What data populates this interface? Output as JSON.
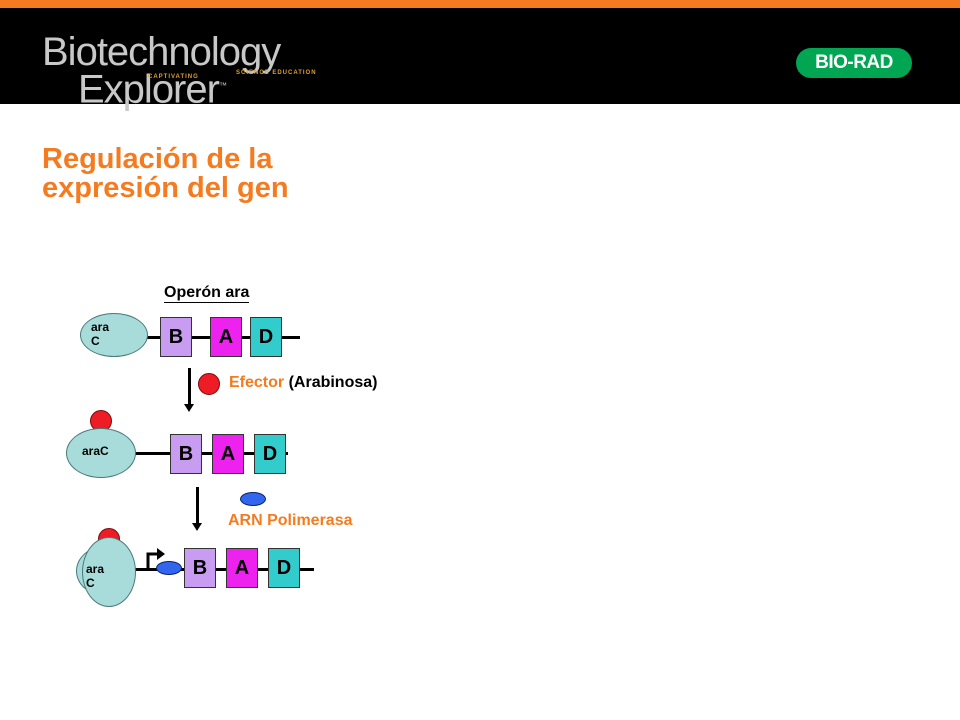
{
  "header": {
    "logo_line1": "Biotechnology",
    "logo_line2": "Explorer",
    "logo_tm": "™",
    "logo_captivating": "CAPTIVATING",
    "logo_science": "SCIENCE EDUCATION",
    "brand": "BIO-RAD"
  },
  "colors": {
    "accent": "#f47b20",
    "gene_b": "#c89cf0",
    "gene_a": "#ee22ee",
    "gene_d": "#33cccc",
    "regulator": "#a8dcda",
    "effector": "#ee1c25",
    "polymerase": "#3366ee"
  },
  "slide": {
    "title": "Regulación de la expresión del gen",
    "operon_label": "Operón ara",
    "effector_label": "Efector",
    "effector_paren": "(Arabinosa)",
    "polymerase_label": "ARN Polimerasa",
    "row1": {
      "regulator": "ara C",
      "genes": [
        "B",
        "A",
        "D"
      ]
    },
    "row2": {
      "regulator": "araC",
      "genes": [
        "B",
        "A",
        "D"
      ]
    },
    "row3": {
      "regulator": "ara C",
      "genes": [
        "B",
        "A",
        "D"
      ]
    }
  }
}
